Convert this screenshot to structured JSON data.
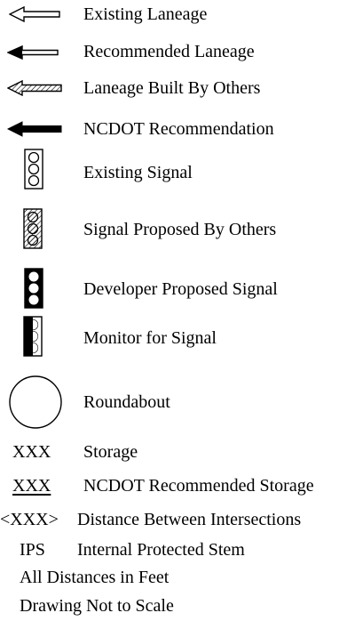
{
  "legend": {
    "existing_laneage": "Existing Laneage",
    "recommended_laneage": "Recommended Laneage",
    "laneage_by_others": "Laneage Built By Others",
    "ncdot_recommendation": "NCDOT Recommendation",
    "existing_signal": "Existing Signal",
    "signal_by_others": "Signal Proposed By Others",
    "developer_signal": "Developer Proposed Signal",
    "monitor_signal": "Monitor for Signal",
    "roundabout": "Roundabout",
    "storage_symbol": "XXX",
    "storage": "Storage",
    "ncdot_storage_symbol": "XXX",
    "ncdot_storage": "NCDOT Recommended Storage",
    "distance_symbol": "<XXX>",
    "distance": "Distance Between Intersections",
    "ips_symbol": "IPS",
    "ips": "Internal Protected Stem",
    "note_feet": "All Distances in Feet",
    "note_scale": "Drawing Not to Scale"
  },
  "colors": {
    "ink": "#000000",
    "background": "#ffffff"
  },
  "icons": [
    "open-arrow-icon",
    "half-filled-arrow-icon",
    "hatched-arrow-icon",
    "solid-arrow-icon",
    "open-signal-icon",
    "hatched-signal-icon",
    "solid-signal-icon",
    "half-signal-icon",
    "roundabout-circle-icon"
  ]
}
